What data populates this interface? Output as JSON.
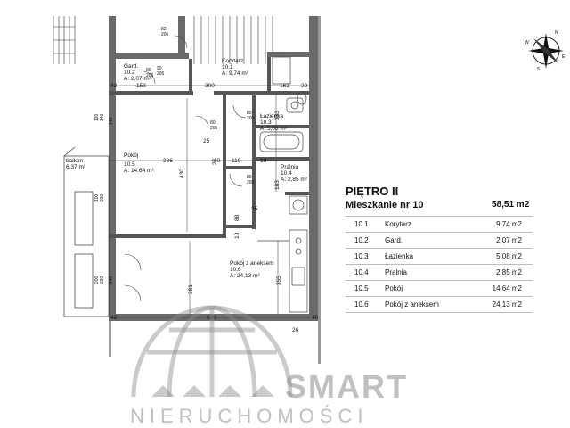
{
  "plan": {
    "rooms": [
      {
        "num": "10.1",
        "name": "Korytarz",
        "area": "A: 9,74 m²"
      },
      {
        "num": "10.2",
        "name": "Gard.",
        "area": "A: 2,07 m²"
      },
      {
        "num": "10.3",
        "name": "Łazienka",
        "area": "A: 5,08 m²"
      },
      {
        "num": "10.4",
        "name": "Pralnia",
        "area": "A: 2,85 m²"
      },
      {
        "num": "10.5",
        "name": "Pokój",
        "area": "A: 14,64 m²"
      },
      {
        "num": "10.6",
        "name": "Pokój z aneksem",
        "area": "A: 24,13 m²"
      }
    ],
    "balcony": {
      "name": "balkon",
      "area": "6,37 m²"
    },
    "dimensions": {
      "d42a": "42",
      "d153": "153",
      "d300": "300",
      "d162": "162",
      "d29": "29",
      "d25a": "25",
      "d336": "336",
      "d10a": "10",
      "d119": "119",
      "d10b": "10",
      "d430": "430",
      "d27": "27",
      "d381": "381",
      "d635": "635",
      "d42b": "42",
      "d40": "40",
      "d26": "26",
      "d355": "355",
      "d333": "333",
      "d183": "183",
      "d25b": "25",
      "d88": "88",
      "d10c": "10"
    },
    "doors": {
      "dw1": "90",
      "dh1": "205",
      "dw2": "80",
      "dh2": "205",
      "dw3": "80",
      "dh3": "200",
      "dw4": "80",
      "dh4": "205",
      "dw5": "80",
      "dh5": "205",
      "dw6": "82",
      "dh6": "206"
    },
    "windows": {
      "w1a": "120",
      "w1b": "140",
      "w2a": "100",
      "w2b": "230",
      "w3a": "200",
      "w3b": "230",
      "w4": "140",
      "w5": "140"
    }
  },
  "legend": {
    "floor_title": "PIĘTRO II",
    "apartment": "Mieszkanie nr 10",
    "total_area": "58,51 m2",
    "rows": [
      {
        "num": "10.1",
        "name": "Korytarz",
        "area": "9,74 m2"
      },
      {
        "num": "10.2",
        "name": "Gard.",
        "area": "2,07 m2"
      },
      {
        "num": "10.3",
        "name": "Łazienka",
        "area": "5,08 m2"
      },
      {
        "num": "10.4",
        "name": "Pralnia",
        "area": "2,85 m2"
      },
      {
        "num": "10.5",
        "name": "Pokój",
        "area": "14,64 m2"
      },
      {
        "num": "10.6",
        "name": "Pokój z aneksem",
        "area": "24,13 m2"
      }
    ]
  },
  "compass": {
    "n": "N",
    "s": "S",
    "e": "E",
    "w": "W"
  },
  "watermark": {
    "brand": "SMART",
    "tagline": "NIERUCHOMOŚCI"
  },
  "colors": {
    "wall": "#5a5a5a",
    "line": "#222222",
    "watermark": "#8c8c8c"
  }
}
